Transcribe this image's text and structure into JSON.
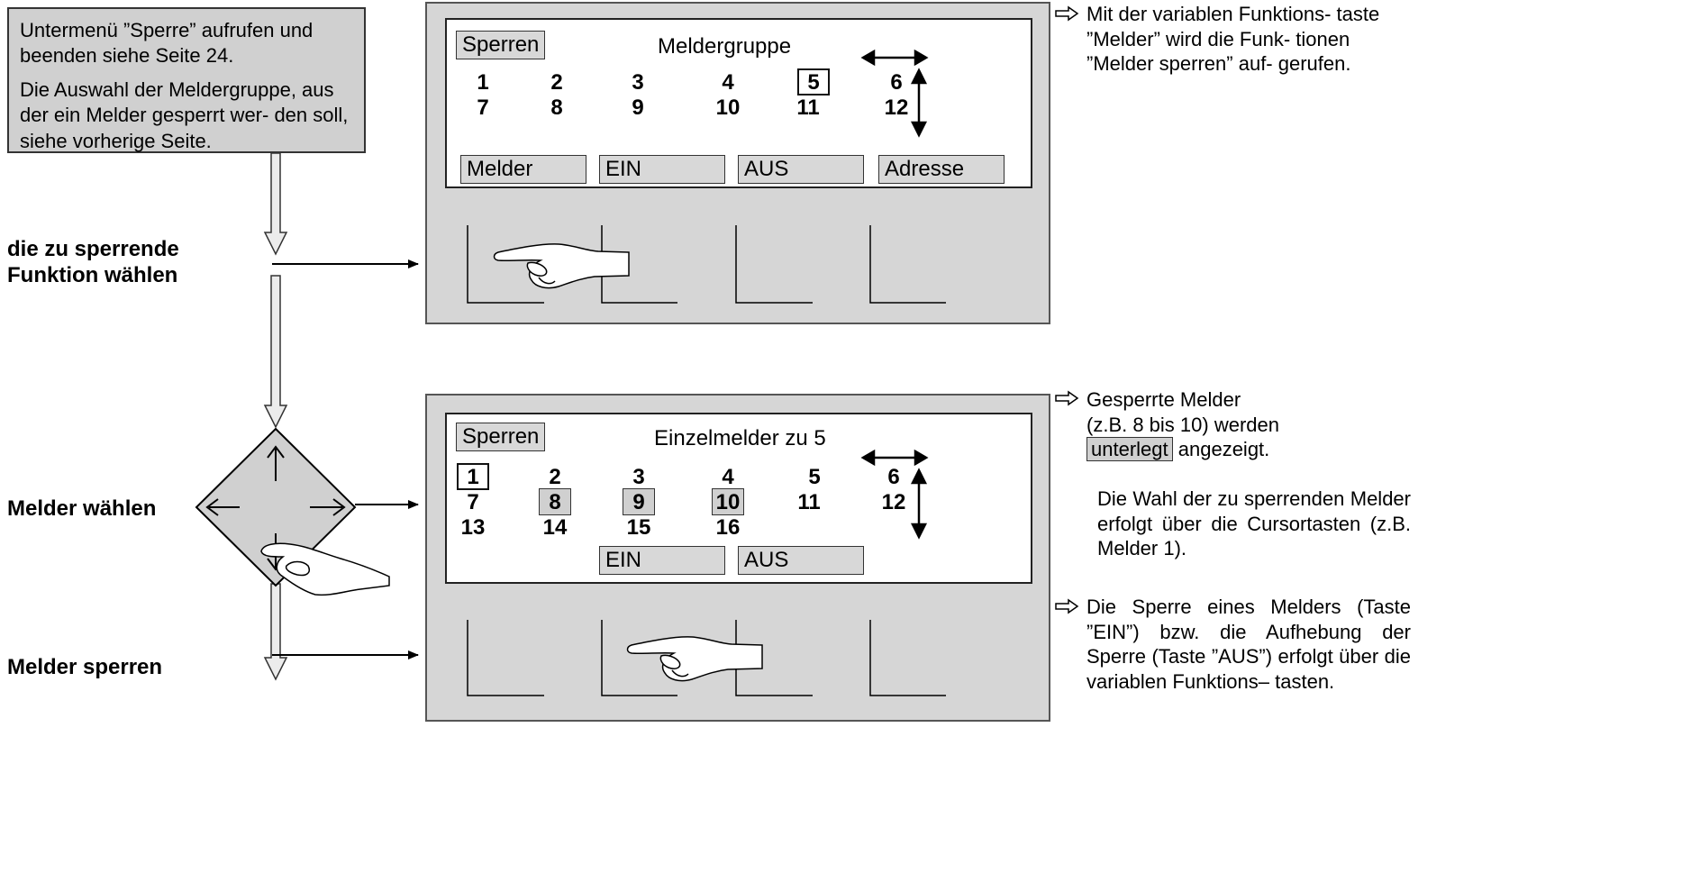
{
  "intro_box": {
    "para1": "Untermenü ”Sperre” aufrufen und beenden siehe Seite 24.",
    "para2": "Die Auswahl der Meldergruppe, aus der ein Melder gesperrt wer- den soll, siehe vorherige Seite."
  },
  "steps": {
    "step1": [
      "die zu sperrende",
      "Funktion wählen"
    ],
    "step2": "Melder wählen",
    "step3": "Melder sperren"
  },
  "screen1": {
    "mode_label": "Sperren",
    "title": "Meldergruppe",
    "row1": [
      "1",
      "2",
      "3",
      "4",
      "5",
      "6"
    ],
    "row2": [
      "7",
      "8",
      "9",
      "10",
      "11",
      "12"
    ],
    "selected": "5",
    "softkeys": [
      "Melder",
      "EIN",
      "AUS",
      "Adresse"
    ]
  },
  "screen2": {
    "mode_label": "Sperren",
    "title": "Einzelmelder zu  5",
    "row1": [
      "1",
      "2",
      "3",
      "4",
      "5",
      "6"
    ],
    "row2": [
      "7",
      "8",
      "9",
      "10",
      "11",
      "12"
    ],
    "row3": [
      "13",
      "14",
      "15",
      "16"
    ],
    "selected": "1",
    "blocked": [
      "8",
      "9",
      "10"
    ],
    "softkeys": [
      "EIN",
      "AUS"
    ]
  },
  "notes": {
    "note1": "Mit der variablen Funktions- taste ”Melder” wird die Funk- tionen ”Melder sperren” auf- gerufen.",
    "note2_line1": "Gesperrte Melder",
    "note2_line2": "(z.B. 8 bis 10) werden",
    "note2_hl": "unterlegt",
    "note2_rest": "angezeigt.",
    "note3": "Die Wahl der zu sperrenden Melder erfolgt über die Cursortasten (z.B. Melder 1).",
    "note4": "Die Sperre eines Melders (Taste ”EIN”) bzw. die Aufhebung der Sperre (Taste ”AUS”)  erfolgt über die variablen Funktions– tasten."
  },
  "colors": {
    "panel": "#d6d6d6",
    "highlight": "#d0d0d0",
    "line": "#000000"
  },
  "icons": [
    "right-arrow-marker",
    "pointing-hand",
    "cursor-diamond",
    "double-arrow"
  ]
}
